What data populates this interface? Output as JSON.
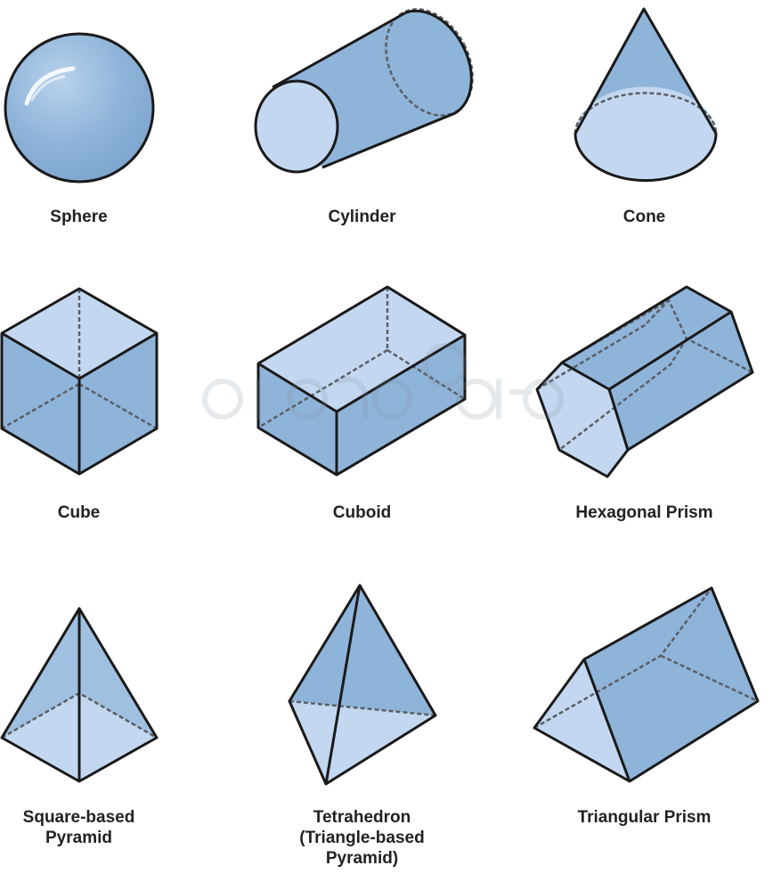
{
  "colors": {
    "dark_fill": "#8fb4d9",
    "light_fill": "#c3d8f0",
    "outline": "#1a1a1a",
    "hidden_edge": "#5a5f66",
    "label_text": "#222222"
  },
  "shapes": [
    {
      "id": "sphere",
      "icon": "sphere-shape",
      "label_lines": [
        "Sphere"
      ]
    },
    {
      "id": "cylinder",
      "icon": "cylinder-shape",
      "label_lines": [
        "Cylinder"
      ]
    },
    {
      "id": "cone",
      "icon": "cone-shape",
      "label_lines": [
        "Cone"
      ]
    },
    {
      "id": "cube",
      "icon": "cube-shape",
      "label_lines": [
        "Cube"
      ]
    },
    {
      "id": "cuboid",
      "icon": "cuboid-shape",
      "label_lines": [
        "Cuboid"
      ]
    },
    {
      "id": "hexagonal-prism",
      "icon": "hexagonal-prism-shape",
      "label_lines": [
        "Hexagonal Prism"
      ]
    },
    {
      "id": "square-pyramid",
      "icon": "square-based-pyramid-shape",
      "label_lines": [
        "Square-based",
        "Pyramid"
      ]
    },
    {
      "id": "tetrahedron",
      "icon": "tetrahedron-shape",
      "label_lines": [
        "Tetrahedron",
        "(Triangle-based",
        "Pyramid)"
      ]
    },
    {
      "id": "triangular-prism",
      "icon": "triangular-prism-shape",
      "label_lines": [
        "Triangular Prism"
      ]
    }
  ]
}
